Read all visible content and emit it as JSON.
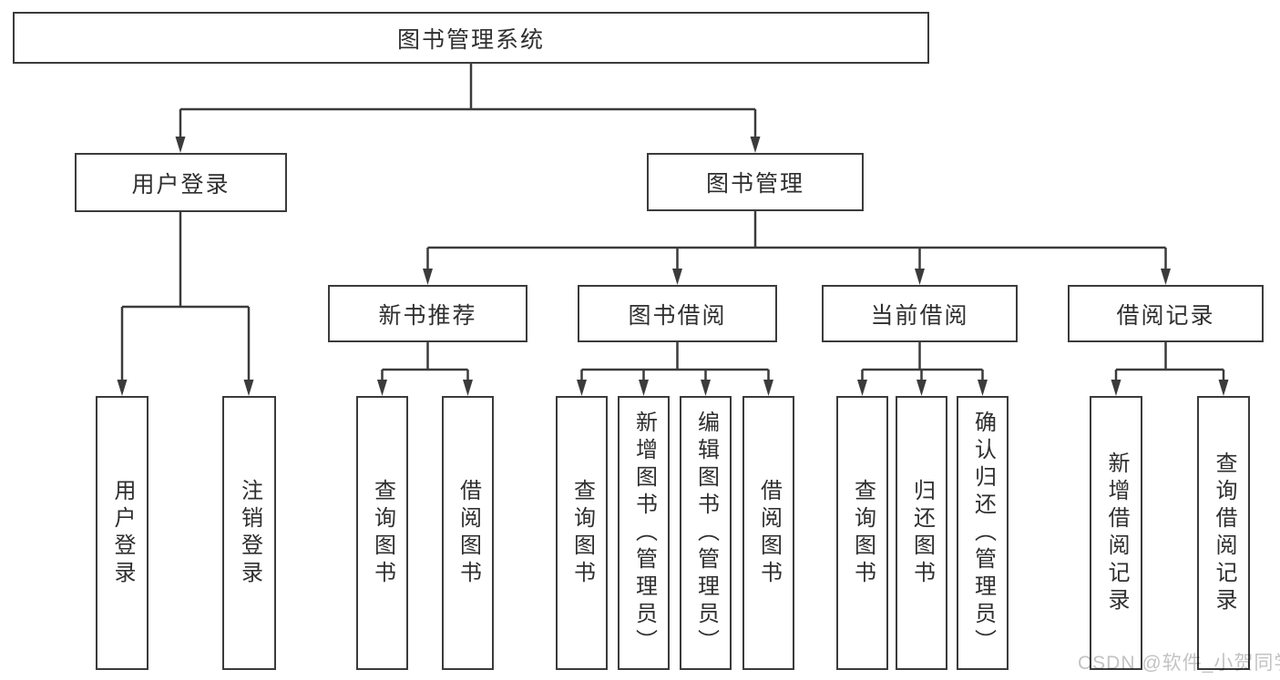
{
  "tree": {
    "label": "图书管理系统",
    "children": [
      {
        "label": "用户登录",
        "children": [
          {
            "label": "用户登录"
          },
          {
            "label": "注销登录"
          }
        ]
      },
      {
        "label": "图书管理",
        "children": [
          {
            "label": "新书推荐",
            "children": [
              {
                "label": "查询图书"
              },
              {
                "label": "借阅图书"
              }
            ]
          },
          {
            "label": "图书借阅",
            "children": [
              {
                "label": "查询图书"
              },
              {
                "label": "新增图书（管理员）"
              },
              {
                "label": "编辑图书（管理员）"
              },
              {
                "label": "借阅图书"
              }
            ]
          },
          {
            "label": "当前借阅",
            "children": [
              {
                "label": "查询图书"
              },
              {
                "label": "归还图书"
              },
              {
                "label": "确认归还（管理员）"
              }
            ]
          },
          {
            "label": "借阅记录",
            "children": [
              {
                "label": "新增借阅记录"
              },
              {
                "label": "查询借阅记录"
              }
            ]
          }
        ]
      }
    ]
  },
  "watermark": "CSDN @软件_小贺同学",
  "colors": {
    "line": "#3b3b3b",
    "box_border": "#3b3b3b",
    "text": "#2f2f2f",
    "watermark": "#c3c3c3",
    "background": "#ffffff"
  }
}
